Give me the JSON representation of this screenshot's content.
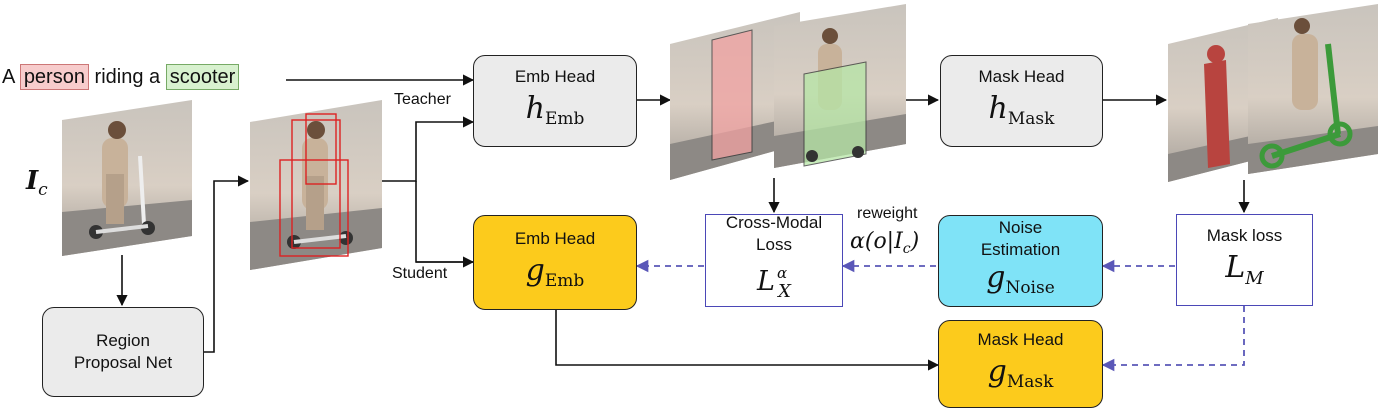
{
  "caption": {
    "prefix": "A",
    "token_person": "person",
    "middle": "riding a",
    "token_scooter": "scooter"
  },
  "input_image_label": "I",
  "input_image_subscript": "c",
  "labels": {
    "teacher": "Teacher",
    "student": "Student",
    "reweight": "reweight",
    "reweight_formula": "α(o|I",
    "reweight_subscript": "c",
    "reweight_close": ")"
  },
  "boxes": {
    "rpn": {
      "line1": "Region",
      "line2": "Proposal Net"
    },
    "emb_teacher": {
      "label": "Emb Head",
      "symbol": "h",
      "subscript": "Emb"
    },
    "mask_teacher": {
      "label": "Mask Head",
      "symbol": "h",
      "subscript": "Mask"
    },
    "emb_student": {
      "label": "Emb Head",
      "symbol": "g",
      "subscript": "Emb"
    },
    "cross_modal": {
      "line1": "Cross-Modal",
      "line2": "Loss",
      "symbol": "L",
      "subscript": "X",
      "superscript": "α"
    },
    "noise": {
      "line1": "Noise",
      "line2": "Estimation",
      "symbol": "g",
      "subscript": "Noise"
    },
    "mask_loss": {
      "label": "Mask loss",
      "symbol": "L",
      "subscript": "M"
    },
    "mask_student": {
      "label": "Mask Head",
      "symbol": "g",
      "subscript": "Mask"
    }
  },
  "colors": {
    "teacher_box": "#ebebeb",
    "student_box": "#fccb1c",
    "noise_box": "#7fe3f7",
    "loss_border": "#4b48b7",
    "dashed_arrow": "#5a57b8",
    "person_highlight": "#f7cccc",
    "scooter_highlight": "#d8f1cf"
  }
}
